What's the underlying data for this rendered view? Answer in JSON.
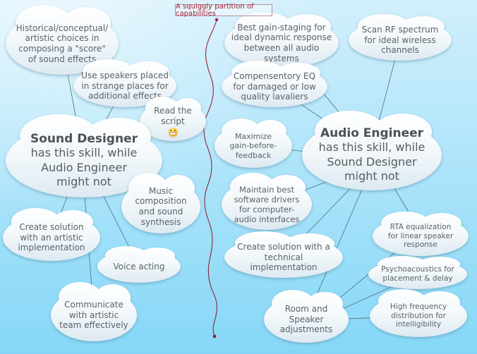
{
  "partition_label": "A squiggly partition of capabilities",
  "colors": {
    "background_top": "#d2effc",
    "background_bottom": "#86d7f7",
    "squiggle": "#8e2638",
    "label_text": "#a12135",
    "node_text": "#5c6267",
    "edge": "#3d5a66"
  },
  "left": {
    "hub": {
      "title": "Sound Designer",
      "subtitle": "has this skill, while\nAudio Engineer\nmight not"
    },
    "satellites": {
      "historical": {
        "label": "Historical/conceptual/\nartistic choices in\ncomposing a \"score\"\nof sound effects"
      },
      "use_speakers": {
        "label": "Use speakers placed\nin strange places for\nadditional effects"
      },
      "read_script": {
        "label": "Read the\nscript",
        "emoji_icon": "grimacing-face"
      },
      "music": {
        "label": "Music\ncomposition\nand sound\nsynthesis"
      },
      "create_artistic": {
        "label": "Create solution\nwith an artistic\nimplementation"
      },
      "voice_acting": {
        "label": "Voice acting"
      },
      "communicate": {
        "label": "Communicate\nwith artistic\nteam effectively"
      }
    }
  },
  "right": {
    "hub": {
      "title": "Audio Engineer",
      "subtitle": "has this skill, while\nSound Designer\nmight not"
    },
    "satellites": {
      "best_gain": {
        "label": "Best gain-staging for\nideal dynamic response\nbetween all audio\nsystems"
      },
      "scan_rf": {
        "label": "Scan RF spectrum\nfor ideal wireless\nchannels"
      },
      "comp_eq": {
        "label": "Compensentory EQ\nfor damaged or low\nquality lavaliers"
      },
      "maximize": {
        "label": "Maximize\ngain-before-\nfeedback"
      },
      "maintain": {
        "label": "Maintain best\nsoftware drivers\nfor computer-\naudio interfaces"
      },
      "create_technical": {
        "label": "Create solution with a\ntechnical\nimplementation"
      },
      "rta": {
        "label": "RTA equalization\nfor linear speaker\nresponse"
      },
      "psycho": {
        "label": "Psychoacoustics for\nplacement & delay"
      },
      "room_speaker": {
        "label": "Room and\nSpeaker\nadjustments"
      },
      "high_freq": {
        "label": "High frequency\ndistribution for\nintelligibility"
      }
    }
  }
}
